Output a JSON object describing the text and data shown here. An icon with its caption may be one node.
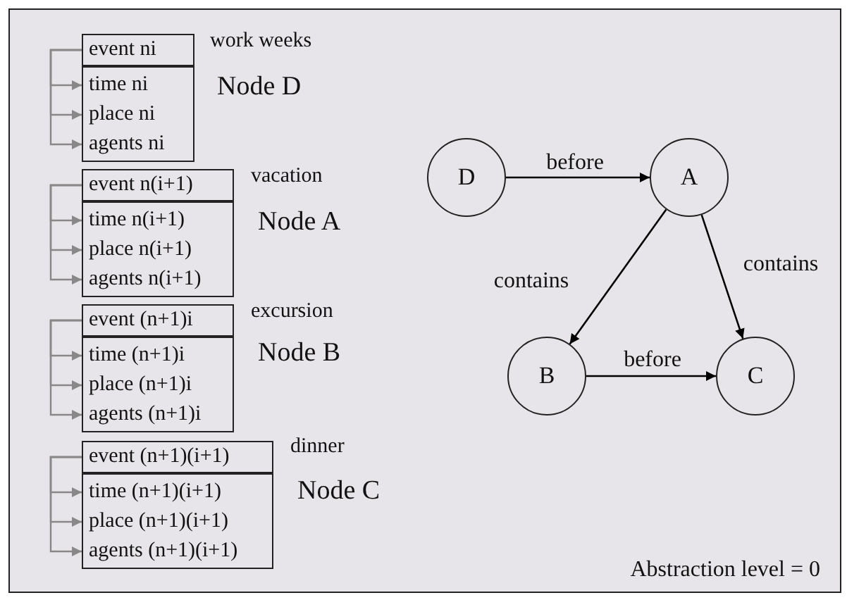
{
  "diagram": {
    "nodes": [
      {
        "text": [
          "event ni"
        ],
        "beside": [
          "work weeks",
          "Node D"
        ]
      },
      {
        "text": [],
        "shape": "box"
      },
      {
        "text": [
          "time ni"
        ],
        "in": 1
      },
      {
        "text": [
          "place ni"
        ],
        "in": 1
      },
      {
        "text": [
          "agents ni"
        ],
        "in": 1
      },
      {
        "text": [
          "event n(i+1)"
        ],
        "beside": [
          "vacation",
          "Node A"
        ]
      },
      {
        "text": [],
        "shape": "box"
      },
      {
        "text": [
          "time n(i+1)"
        ],
        "in": 6
      },
      {
        "text": [
          "place n(i+1)"
        ],
        "in": 6
      },
      {
        "text": [
          "agents n(i+1)"
        ],
        "in": 6
      },
      {
        "text": [
          "event (n+1)i"
        ],
        "beside": [
          "excursion",
          "Node B"
        ]
      },
      {
        "text": [],
        "shape": "box"
      },
      {
        "text": [
          "time (n+1)i"
        ],
        "in": 11
      },
      {
        "text": [
          "place (n+1)i"
        ],
        "in": 11
      },
      {
        "text": [
          "agents (n+1)i"
        ],
        "in": 11
      },
      {
        "text": [
          "event (n+1)(i+1)"
        ],
        "beside": [
          "dinner",
          "Node C"
        ]
      },
      {
        "text": [],
        "shape": "box"
      },
      {
        "text": [
          "time (n+1)(i+1)"
        ],
        "in": 16
      },
      {
        "text": [
          "place (n+1)(i+1)"
        ],
        "in": 16
      },
      {
        "text": [
          "agents (n+1)(i+1)"
        ],
        "in": 16
      },
      {
        "text": [
          "D"
        ]
      },
      {
        "text": [
          "A"
        ]
      },
      {
        "text": [
          "B"
        ]
      },
      {
        "text": [
          "C"
        ]
      }
    ],
    "edges": [
      {
        "from": 0,
        "to": 2,
        "arrow": "to"
      },
      {
        "from": 0,
        "to": 3,
        "arrow": "to"
      },
      {
        "from": 0,
        "to": 4,
        "arrow": "to"
      },
      {
        "from": 5,
        "to": 7,
        "arrow": "to"
      },
      {
        "from": 5,
        "to": 8,
        "arrow": "to"
      },
      {
        "from": 5,
        "to": 9,
        "arrow": "to"
      },
      {
        "from": 10,
        "to": 12,
        "arrow": "to"
      },
      {
        "from": 10,
        "to": 13,
        "arrow": "to"
      },
      {
        "from": 10,
        "to": 14,
        "arrow": "to"
      },
      {
        "from": 15,
        "to": 17,
        "arrow": "to"
      },
      {
        "from": 15,
        "to": 18,
        "arrow": "to"
      },
      {
        "from": 15,
        "to": 19,
        "arrow": "to"
      },
      {
        "from": 20,
        "to": 21,
        "arrow": "to",
        "label": "before",
        "color": "#000000"
      },
      {
        "from": 21,
        "to": 22,
        "arrow": "to",
        "label": "contains",
        "color": "#000000"
      },
      {
        "from": 21,
        "to": 23,
        "arrow": "to",
        "label": "contains",
        "color": "#000000"
      },
      {
        "from": 22,
        "to": 23,
        "arrow": "to",
        "label": "before",
        "color": "#000000"
      }
    ],
    "labels": [
      "Abstraction level = 0"
    ]
  }
}
